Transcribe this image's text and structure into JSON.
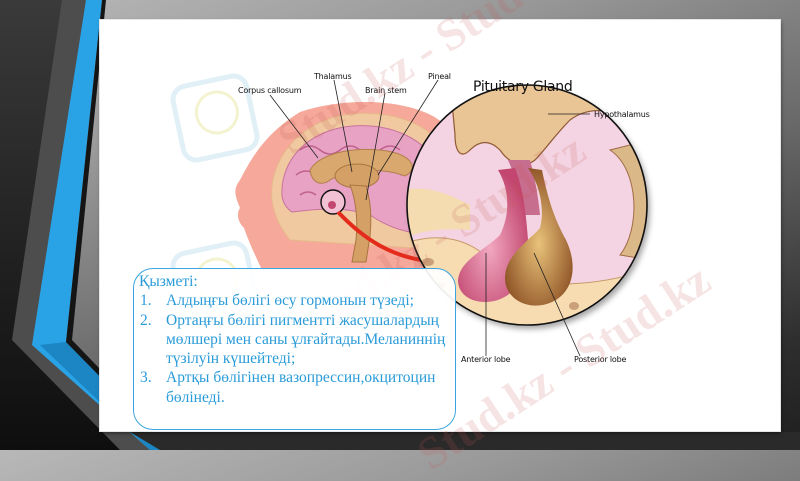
{
  "slide": {
    "colors": {
      "accent_blue": "#2a9bd9",
      "frame_blue": "#29a3e6",
      "frame_grey": "#4a4a4a",
      "panel": "#ffffff"
    },
    "diagram": {
      "title": "Pituitary Gland",
      "labels": {
        "corpus_callosum": "Corpus callosum",
        "thalamus": "Thalamus",
        "brain_stem": "Brain stem",
        "pineal": "Pineal",
        "hypothalamus": "Hypothalamus",
        "anterior_lobe": "Anterior lobe",
        "posterior_lobe": "Posterior lobe"
      }
    },
    "textbox": {
      "heading": "Қызметі:",
      "items": [
        {
          "num": "1.",
          "text": "Алдыңғы бөлігі өсу гормонын түзеді;"
        },
        {
          "num": "2.",
          "text": "Ортаңғы бөлігі пигментті жасушалардың мөлшері мен саны ұлғайтады.Меланиннің түзілуін күшейтеді;"
        },
        {
          "num": "3.",
          "text": "Артқы бөлігінен вазопрессин,окцитоцин бөлінеді."
        }
      ]
    },
    "watermark": {
      "text1": "Stud.kz - Stud",
      "text2": "Stud.kz - Stud.kz",
      "text3": "Stud.kz - Stud.kz"
    }
  }
}
